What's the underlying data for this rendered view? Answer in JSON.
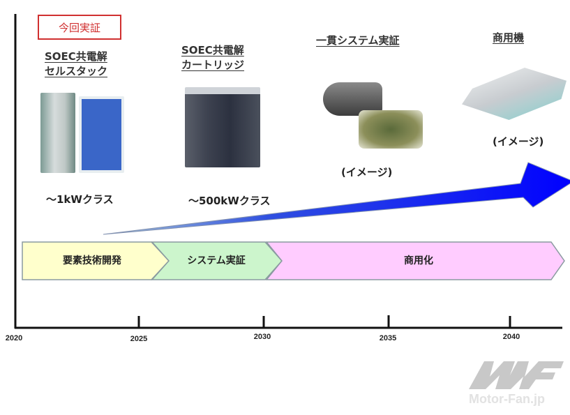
{
  "badge": "今回実証",
  "stages": [
    {
      "title_lines": [
        "SOEC共電解",
        "セルスタック"
      ],
      "caption": "～1kWクラス"
    },
    {
      "title_lines": [
        "SOEC共電解",
        "カートリッジ"
      ],
      "caption": "～500kWクラス"
    },
    {
      "title_lines": [
        "一貫システム実証"
      ],
      "caption": "(イメージ)"
    },
    {
      "title_lines": [
        "商用機"
      ],
      "caption": "(イメージ)"
    }
  ],
  "phases": [
    "要素技術開発",
    "システム実証",
    "商用化"
  ],
  "axis_years": [
    "2020",
    "2025",
    "2030",
    "2035",
    "2040"
  ],
  "watermark": {
    "logo": "MF",
    "text": "Motor-Fan.jp"
  },
  "colors": {
    "phase1": "#ffffcc",
    "phase2": "#ccf5cc",
    "phase3": "#ffccff",
    "arrow": "#0000ff",
    "badge": "#d03030"
  }
}
